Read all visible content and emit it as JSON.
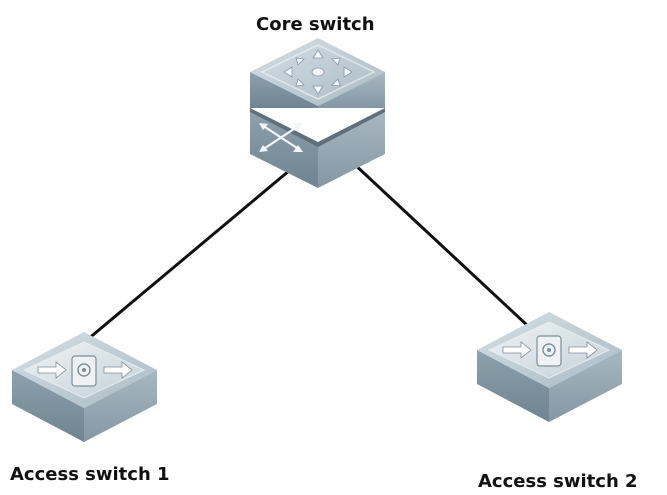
{
  "diagram": {
    "nodes": [
      {
        "id": "core",
        "label": "Core switch",
        "icon": "core-switch-icon"
      },
      {
        "id": "access1",
        "label": "Access switch 1",
        "icon": "access-switch-icon"
      },
      {
        "id": "access2",
        "label": "Access switch 2",
        "icon": "access-switch-icon"
      }
    ],
    "links": [
      {
        "from": "core",
        "to": "access1"
      },
      {
        "from": "core",
        "to": "access2"
      }
    ],
    "colors": {
      "device_top": "#b9c8d1",
      "device_side_left": "#7f939f",
      "device_side_right": "#97a9b4",
      "link": "#111111",
      "label": "#111111"
    }
  }
}
